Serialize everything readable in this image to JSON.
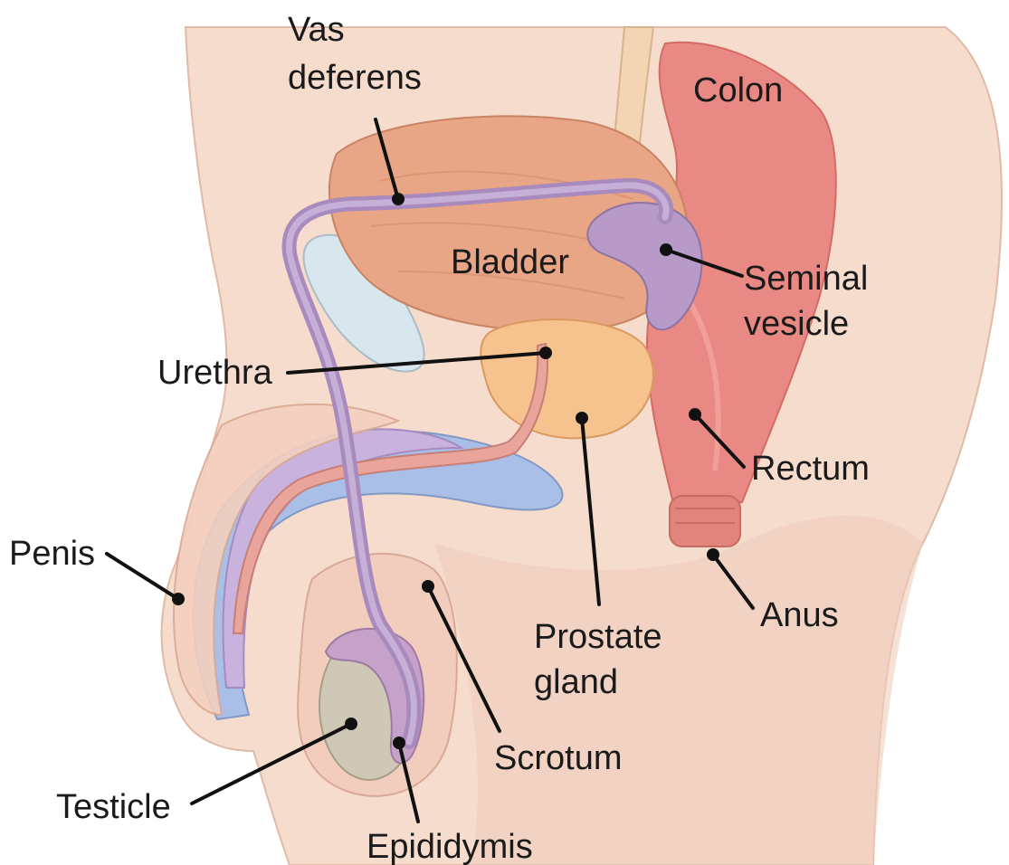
{
  "labels": {
    "vas_deferens": [
      "Vas",
      "deferens"
    ],
    "colon": "Colon",
    "bladder": "Bladder",
    "seminal_vesicle": [
      "Seminal",
      "vesicle"
    ],
    "urethra": "Urethra",
    "rectum": "Rectum",
    "penis": "Penis",
    "anus": "Anus",
    "prostate_gland": [
      "Prostate",
      "gland"
    ],
    "scrotum": "Scrotum",
    "testicle": "Testicle",
    "epididymis": "Epididymis"
  },
  "colors": {
    "skin": "#f6dccd",
    "skin_shadow": "#efc7b3",
    "bladder": "#e7a585",
    "colon": "#e77f7a",
    "vas_deferens": "#b79ac8",
    "prostate": "#f6c28d",
    "erectile_tissue": "#a9bde6",
    "testicle": "#cfc7b5",
    "pubic_bone": "#d8e4ea",
    "ureter": "#f0d2b0",
    "leader": "#111111"
  }
}
